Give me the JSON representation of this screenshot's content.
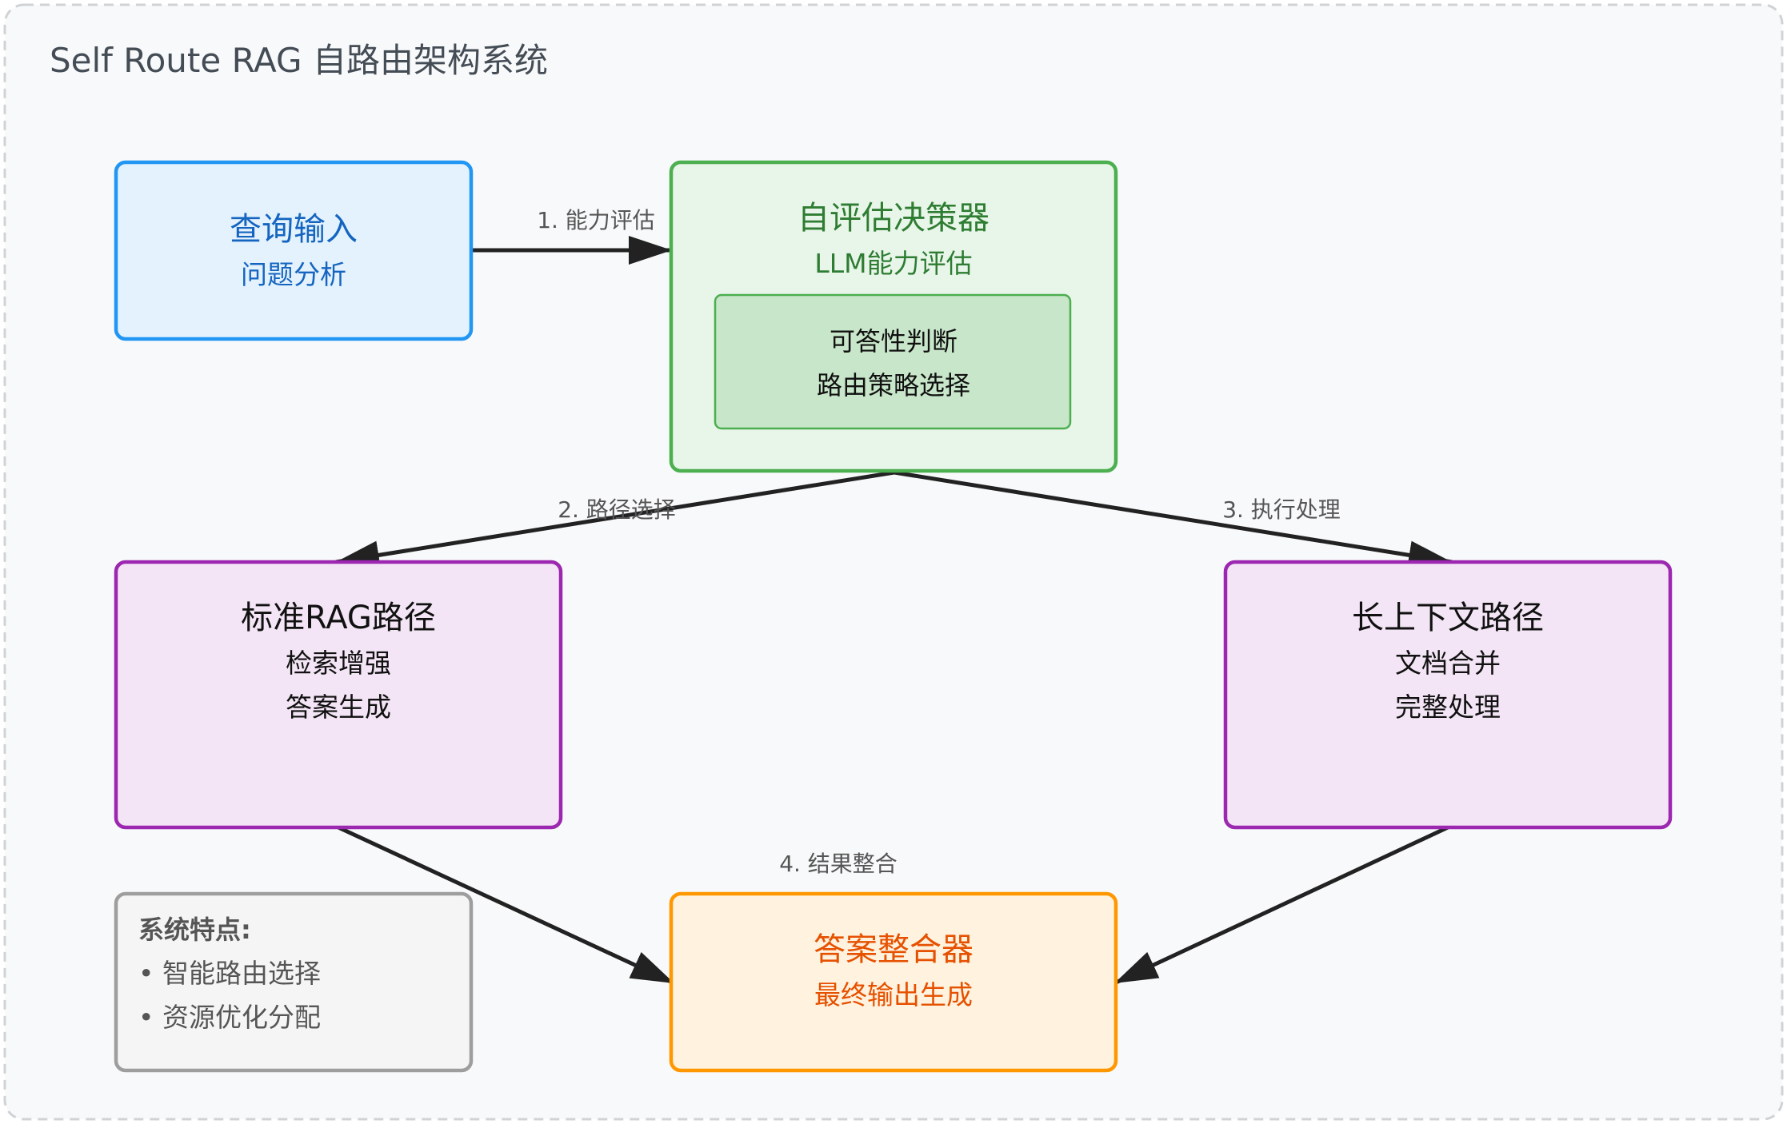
{
  "title": "Self Route RAG 自路由架构系统",
  "nodes": {
    "query": {
      "title": "查询输入",
      "subtitle": "问题分析"
    },
    "evaluator": {
      "title": "自评估决策器",
      "subtitle": "LLM能力评估",
      "inner": {
        "line1": "可答性判断",
        "line2": "路由策略选择"
      }
    },
    "standard_rag": {
      "title": "标准RAG路径",
      "line1": "检索增强",
      "line2": "答案生成"
    },
    "long_context": {
      "title": "长上下文路径",
      "line1": "文档合并",
      "line2": "完整处理"
    },
    "integrator": {
      "title": "答案整合器",
      "subtitle": "最终输出生成"
    },
    "features": {
      "heading": "系统特点:",
      "items": [
        "• 智能路由选择",
        "• 资源优化分配"
      ]
    }
  },
  "edges": {
    "e1": "1. 能力评估",
    "e2": "2. 路径选择",
    "e3": "3. 执行处理",
    "e4": "4. 结果整合"
  },
  "colors": {
    "page_bg": "#f8f9fa",
    "frame_dash": "#d0d3d6",
    "title": "#444c55",
    "arrow": "#222222",
    "edge_label": "#555555",
    "query_fill": "#e3f2fd",
    "query_stroke": "#2196f3",
    "query_text": "#1565c0",
    "eval_fill": "#e8f5e9",
    "eval_stroke": "#4caf50",
    "eval_text": "#2e7d32",
    "eval_inner_fill": "#c8e6c9",
    "path_fill": "#f3e5f5",
    "path_stroke": "#9c27b0",
    "integrator_fill": "#fff3e0",
    "integrator_stroke": "#ff9800",
    "integrator_text": "#e65100",
    "features_fill": "#f5f5f5",
    "features_stroke": "#9e9e9e",
    "features_text": "#555555",
    "body_text": "#111111"
  }
}
